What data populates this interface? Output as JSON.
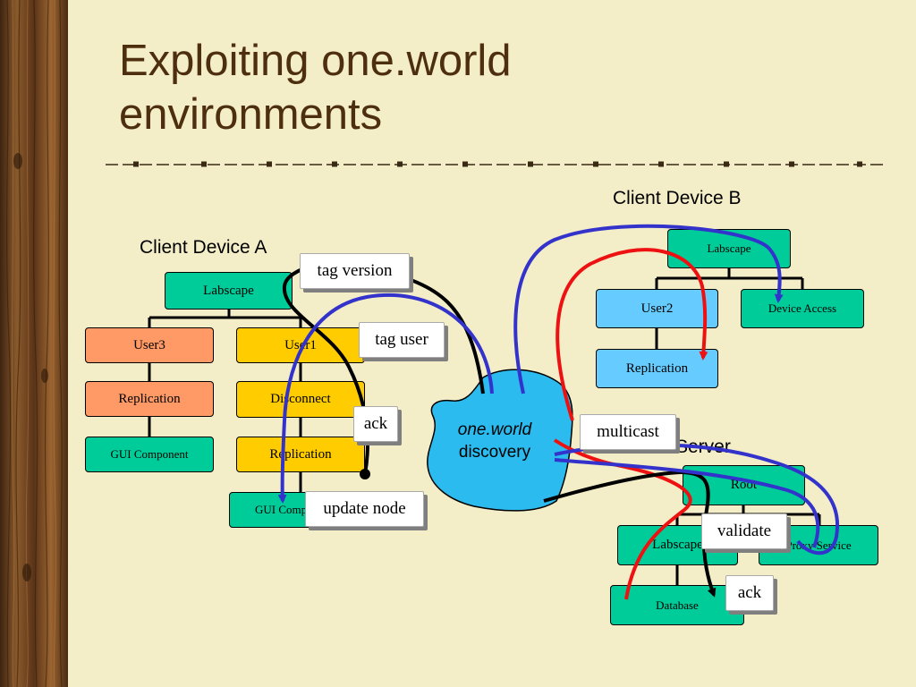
{
  "slide": {
    "title_line1": "Exploiting one.world",
    "title_line2": "environments"
  },
  "client_a": {
    "label": "Client Device A",
    "root": "Labscape",
    "user3": "User3",
    "replication_left": "Replication",
    "gui_left": "GUI Component",
    "user1": "User1",
    "disconnect": "Disconnect",
    "replication_right": "Replication",
    "gui_right": "GUI Component"
  },
  "client_b": {
    "label": "Client Device B",
    "root": "Labscape",
    "user2": "User2",
    "device_access": "Device Access",
    "replication": "Replication"
  },
  "server": {
    "label": "Server",
    "root": "Root",
    "labscape": "Labscape",
    "proxy": "Proxy Service",
    "database": "Database"
  },
  "discovery": {
    "line1": "one.world",
    "line2": "discovery"
  },
  "callouts": {
    "tag_version": "tag version",
    "tag_user": "tag user",
    "ack_top": "ack",
    "update_node": "update node",
    "multicast": "multicast",
    "validate": "validate",
    "ack_bottom": "ack"
  },
  "colors": {
    "background": "#f3edc8",
    "title": "#4d2e0e",
    "teal": "#00cc99",
    "yellow": "#ffcc00",
    "salmon": "#ff9966",
    "sky": "#66ccff",
    "cloud": "#2bbbee",
    "arrow_blue": "#3333cc",
    "arrow_red": "#ee1111",
    "arrow_black": "#000000"
  }
}
